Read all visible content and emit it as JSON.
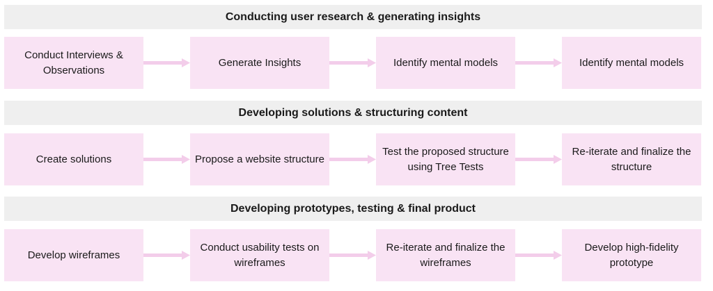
{
  "sections": [
    {
      "title": "Conducting user research & generating insights",
      "steps": [
        "Conduct Interviews & Observations",
        "Generate Insights",
        "Identify mental models",
        "Identify mental models"
      ]
    },
    {
      "title": "Developing solutions & structuring content",
      "steps": [
        "Create solutions",
        "Propose a website structure",
        "Test the proposed structure using Tree Tests",
        "Re-iterate and finalize the structure"
      ]
    },
    {
      "title": "Developing prototypes, testing & final product",
      "steps": [
        "Develop wireframes",
        "Conduct usability tests on wireframes",
        "Re-iterate and finalize the wireframes",
        "Develop high-fidelity prototype"
      ]
    }
  ],
  "colors": {
    "header_bg": "#efefef",
    "box_bg": "#f9e3f4",
    "arrow": "#f3cdea"
  },
  "icons": {
    "connector": "arrow-right-icon"
  }
}
